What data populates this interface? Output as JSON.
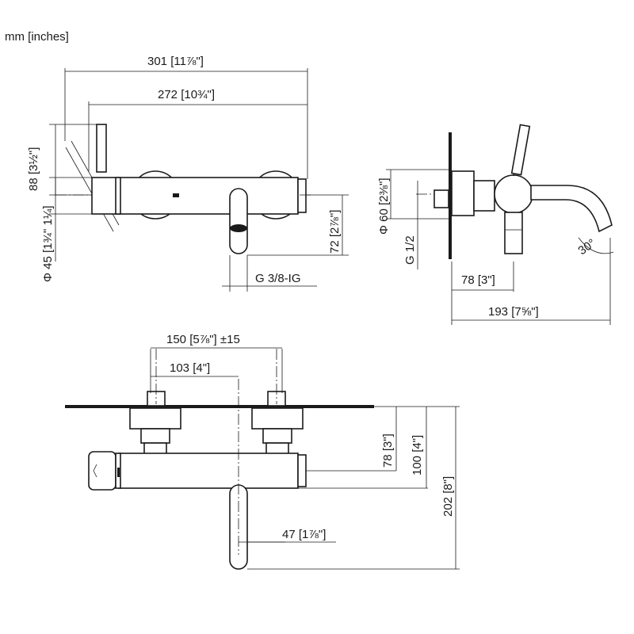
{
  "units_label": "mm [inches]",
  "dimensions": {
    "d301": "301 [11⅞\"]",
    "d272": "272 [10¾\"]",
    "d88": "88 [3½\"]",
    "d45": "Φ 45 [1¾\" 1¼]",
    "d72": "72 [2⅞\"]",
    "thread38": "G 3/8-IG",
    "d60": "Φ 60 [2⅜\"]",
    "thread12": "G 1/2",
    "d78side": "78 [3\"]",
    "d193": "193 [7⅝\"]",
    "angle": "30°",
    "d150": "150 [5⅞\"] ±15",
    "d103": "103 [4\"]",
    "d78top": "78 [3\"]",
    "d100": "100 [4\"]",
    "d202": "202 [8\"]",
    "d47": "47 [1⅞\"]"
  }
}
